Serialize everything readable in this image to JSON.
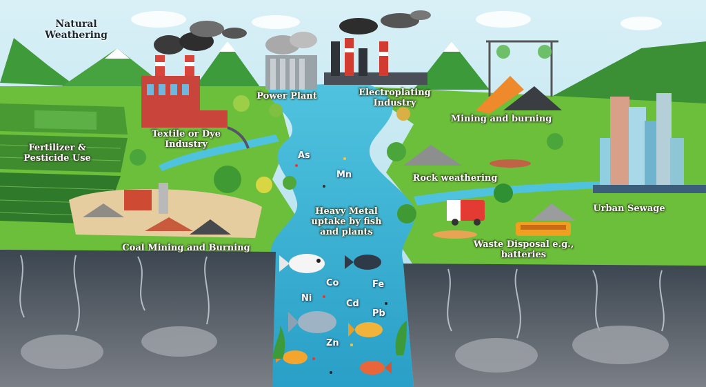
{
  "labels": {
    "natural_weathering": "Natural\nWeathering",
    "power_plant": "Power Plant",
    "electroplating": "Electroplating\nIndustry",
    "mining_burning": "Mining and burning",
    "textile": "Textile or Dye\nIndustry",
    "fertilizer": "Fertilizer &\nPesticide Use",
    "rock_weathering": "Rock weathering",
    "urban_sewage": "Urban Sewage",
    "heavy_metal": "Heavy Metal\nuptake by fish\nand plants",
    "coal_mining": "Coal Mining and Burning",
    "waste_disposal": "Waste Disposal e.g.,\nbatteries"
  },
  "metals": {
    "as": "As",
    "mn": "Mn",
    "co": "Co",
    "fe": "Fe",
    "ni": "Ni",
    "cd": "Cd",
    "pb": "Pb",
    "zn": "Zn"
  },
  "colors": {
    "sky": "#bfe6f3",
    "river": "#3bb6d6",
    "grass": "#6cbf3a",
    "soil": "#5b5e66"
  }
}
